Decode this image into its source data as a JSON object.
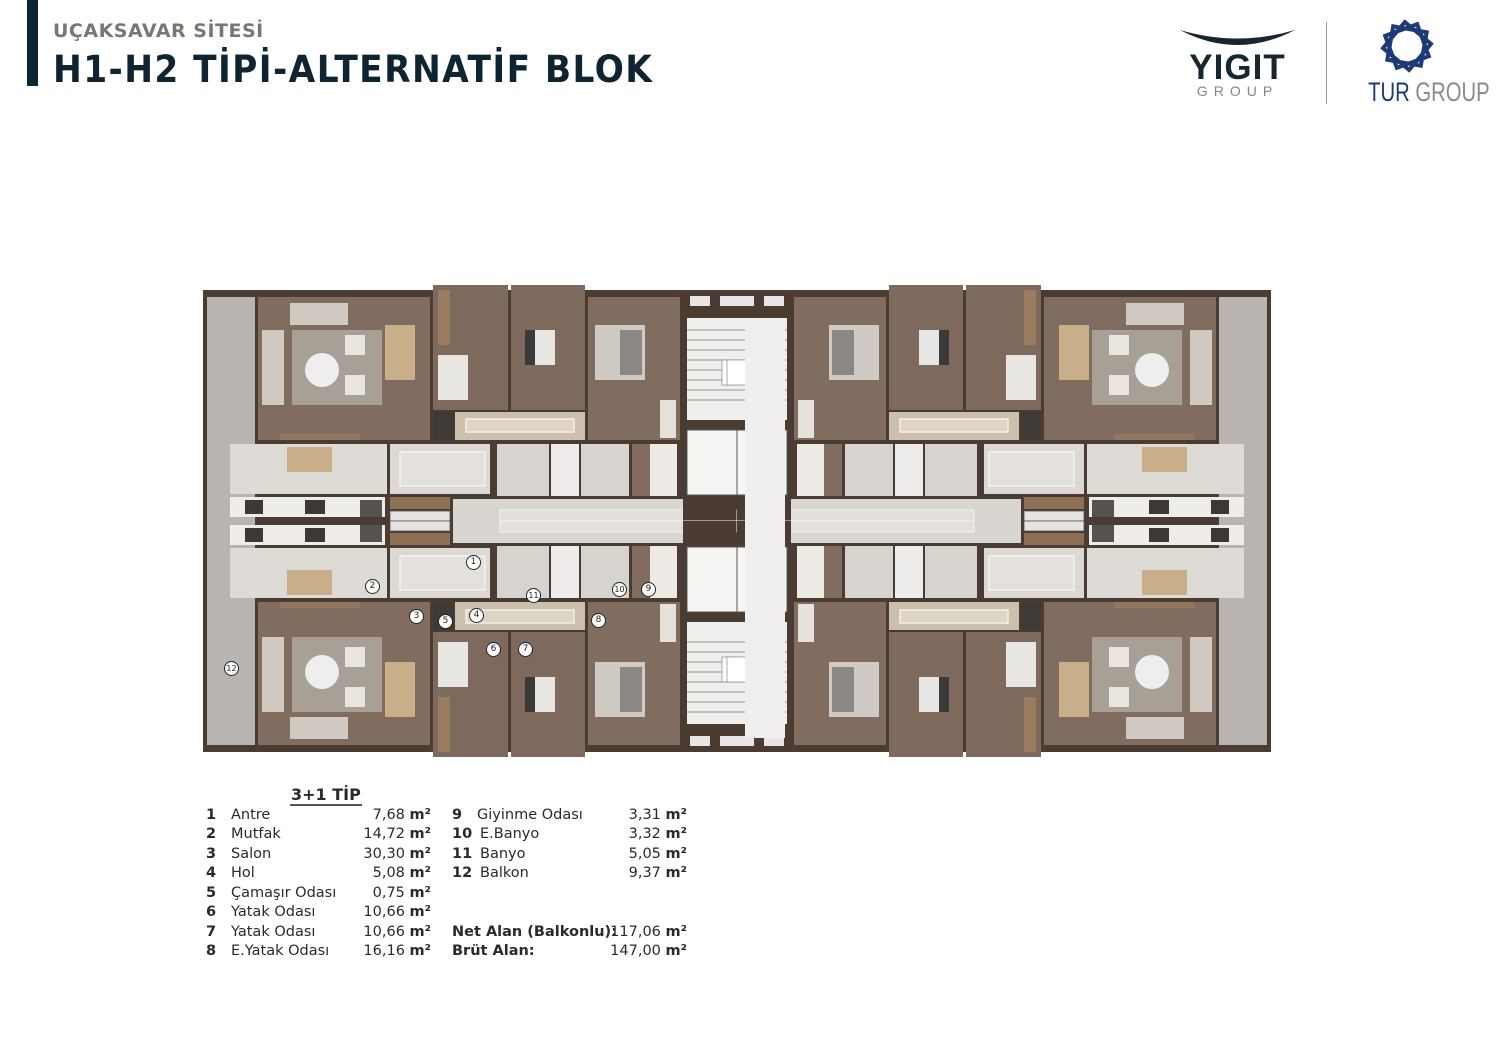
{
  "header": {
    "subtitle": "UÇAKSAVAR SİTESİ",
    "title": "H1-H2 TİPİ-ALTERNATİF BLOK"
  },
  "logos": {
    "yigit": {
      "name": "YIGIT",
      "sub": "GROUP"
    },
    "tur": {
      "name_primary": "TUR",
      "name_secondary": "GROUP",
      "color": "#1b3a77"
    }
  },
  "plan": {
    "markers": [
      "1",
      "2",
      "3",
      "4",
      "5",
      "6",
      "7",
      "8",
      "9",
      "10",
      "11",
      "12"
    ]
  },
  "legend": {
    "title": "3+1 TİP",
    "unit": "m²",
    "left": [
      {
        "num": "1",
        "label": "Antre",
        "value": "7,68"
      },
      {
        "num": "2",
        "label": "Mutfak",
        "value": "14,72"
      },
      {
        "num": "3",
        "label": "Salon",
        "value": "30,30"
      },
      {
        "num": "4",
        "label": "Hol",
        "value": "5,08"
      },
      {
        "num": "5",
        "label": "Çamaşır Odası",
        "value": "0,75"
      },
      {
        "num": "6",
        "label": "Yatak Odası",
        "value": "10,66"
      },
      {
        "num": "7",
        "label": "Yatak Odası",
        "value": "10,66"
      },
      {
        "num": "8",
        "label": "E.Yatak Odası",
        "value": "16,16"
      }
    ],
    "right": [
      {
        "num": "9",
        "label": "Giyinme Odası",
        "value": "3,31"
      },
      {
        "num": "10",
        "label": "E.Banyo",
        "value": "3,32"
      },
      {
        "num": "11",
        "label": "Banyo",
        "value": "5,05"
      },
      {
        "num": "12",
        "label": "Balkon",
        "value": "9,37"
      }
    ],
    "totals": [
      {
        "label": "Net  Alan (Balkonlu):",
        "value": "117,06"
      },
      {
        "label": "Brüt Alan:",
        "value": "147,00"
      }
    ]
  }
}
